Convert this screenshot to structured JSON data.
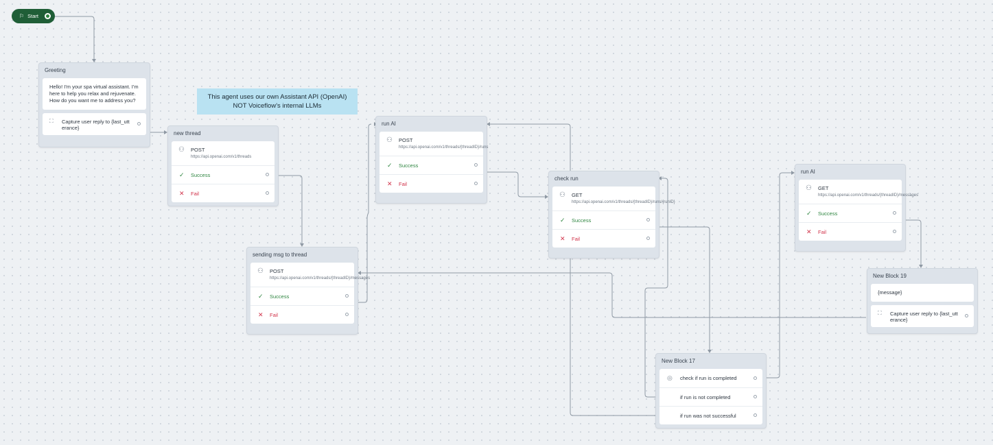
{
  "start": {
    "label": "Start"
  },
  "note": {
    "line1": "This agent uses our own Assistant API (OpenAI)",
    "line2": "NOT Voiceflow's internal LLMs"
  },
  "paths": {
    "success": "Success",
    "fail": "Fail"
  },
  "greeting": {
    "title": "Greeting",
    "message": "Hello! I'm your spa virtual assistant. I'm here to help you relax and rejuvenate. How do you want me to address you?",
    "capture": "Capture user reply to {last_utt erance}"
  },
  "new_thread": {
    "title": "new thread",
    "method": "POST",
    "url": "https://api.openai.com/v1/threads"
  },
  "sending_msg": {
    "title": "sending msg to thread",
    "method": "POST",
    "url": "https://api.openai.com/v1/threads/{threadID}/messages"
  },
  "run_ai_1": {
    "title": "run AI",
    "method": "POST",
    "url": "https://api.openai.com/v1/threads/{threadID}/runs"
  },
  "check_run": {
    "title": "check run",
    "method": "GET",
    "url": "https://api.openai.com/v1/threads/{threadID}/runs/{runID}"
  },
  "run_ai_2": {
    "title": "run AI",
    "method": "GET",
    "url": "https://api.openai.com/v1/threads/{threadID}/messages"
  },
  "block_19": {
    "title": "New Block 19",
    "message": "{message}",
    "capture": "Capture user reply to {last_utt erance}"
  },
  "block_17": {
    "title": "New Block 17",
    "conditions": [
      "check if run is completed",
      "if run is not completed",
      "if run was not successful"
    ]
  }
}
